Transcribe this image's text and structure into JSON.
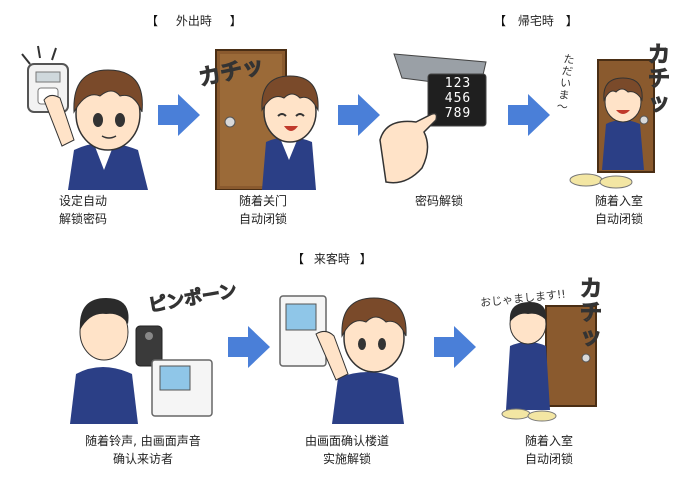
{
  "sections": {
    "away": {
      "bracket_left": "【",
      "title": "外出時",
      "bracket_right": "】"
    },
    "return": {
      "bracket_left": "【",
      "title": "帰宅時",
      "bracket_right": "】"
    },
    "visitor": {
      "bracket_left": "【",
      "title": "来客時",
      "bracket_right": "】"
    }
  },
  "steps": [
    {
      "line1": "设定自动",
      "line2": "解锁密码"
    },
    {
      "line1": "随着关门",
      "line2": "自动闭锁"
    },
    {
      "line1": "密码解锁",
      "line2": ""
    },
    {
      "line1": "随着入室",
      "line2": "自动闭锁"
    },
    {
      "line1": "随着铃声, 由画面声音",
      "line2": "确认来访者"
    },
    {
      "line1": "由画面确认楼道",
      "line2": "实施解锁"
    },
    {
      "line1": "随着入室",
      "line2": "自动闭锁"
    }
  ],
  "sfx": {
    "kachi": "カチッ",
    "kachi2": "カチッ",
    "kachi3": "カチッ",
    "tadaima": "ただいま～",
    "pinpon": "ピンポーン",
    "ojama": "おじゃまします!!"
  },
  "keypad": {
    "row1": "123",
    "row2": "456",
    "row3": "789"
  },
  "colors": {
    "arrow": "#4a7fd8",
    "uniform": "#2b3f86",
    "hair": "#7a4a2a",
    "door": "#8a5a2e",
    "sfx": "#e0782a"
  }
}
